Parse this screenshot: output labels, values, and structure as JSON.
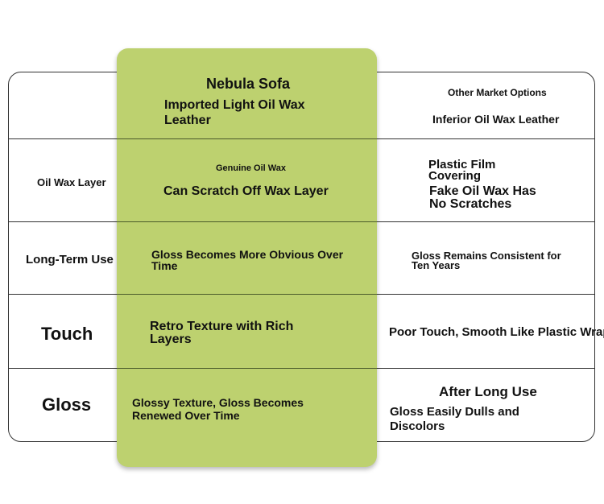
{
  "highlight": {
    "title": "Nebula Sofa",
    "subtitle": "Imported Light Oil Wax Leather",
    "rows": [
      {
        "tag": "Genuine Oil Wax",
        "text": "Can Scratch Off Wax Layer"
      },
      {
        "text": "Gloss Becomes More Obvious Over Time"
      },
      {
        "text": "Retro Texture with Rich Layers"
      },
      {
        "text": "Glossy Texture, Gloss Becomes Renewed Over Time"
      }
    ]
  },
  "labels": [
    "Oil Wax Layer",
    "Long-Term Use",
    "Touch",
    "Gloss"
  ],
  "other": {
    "title": "Other Market Options",
    "subtitle": "Inferior Oil Wax Leather",
    "rows": [
      {
        "heading": "Plastic Film Covering",
        "text": "Fake Oil Wax Has No Scratches"
      },
      {
        "text": "Gloss Remains Consistent for Ten Years"
      },
      {
        "text": "Poor Touch, Smooth Like Plastic Wrap"
      },
      {
        "heading": "After Long Use",
        "text": "Gloss Easily Dulls and Discolors"
      }
    ]
  },
  "colors": {
    "highlight": "#bdd16f",
    "border": "#333333"
  }
}
